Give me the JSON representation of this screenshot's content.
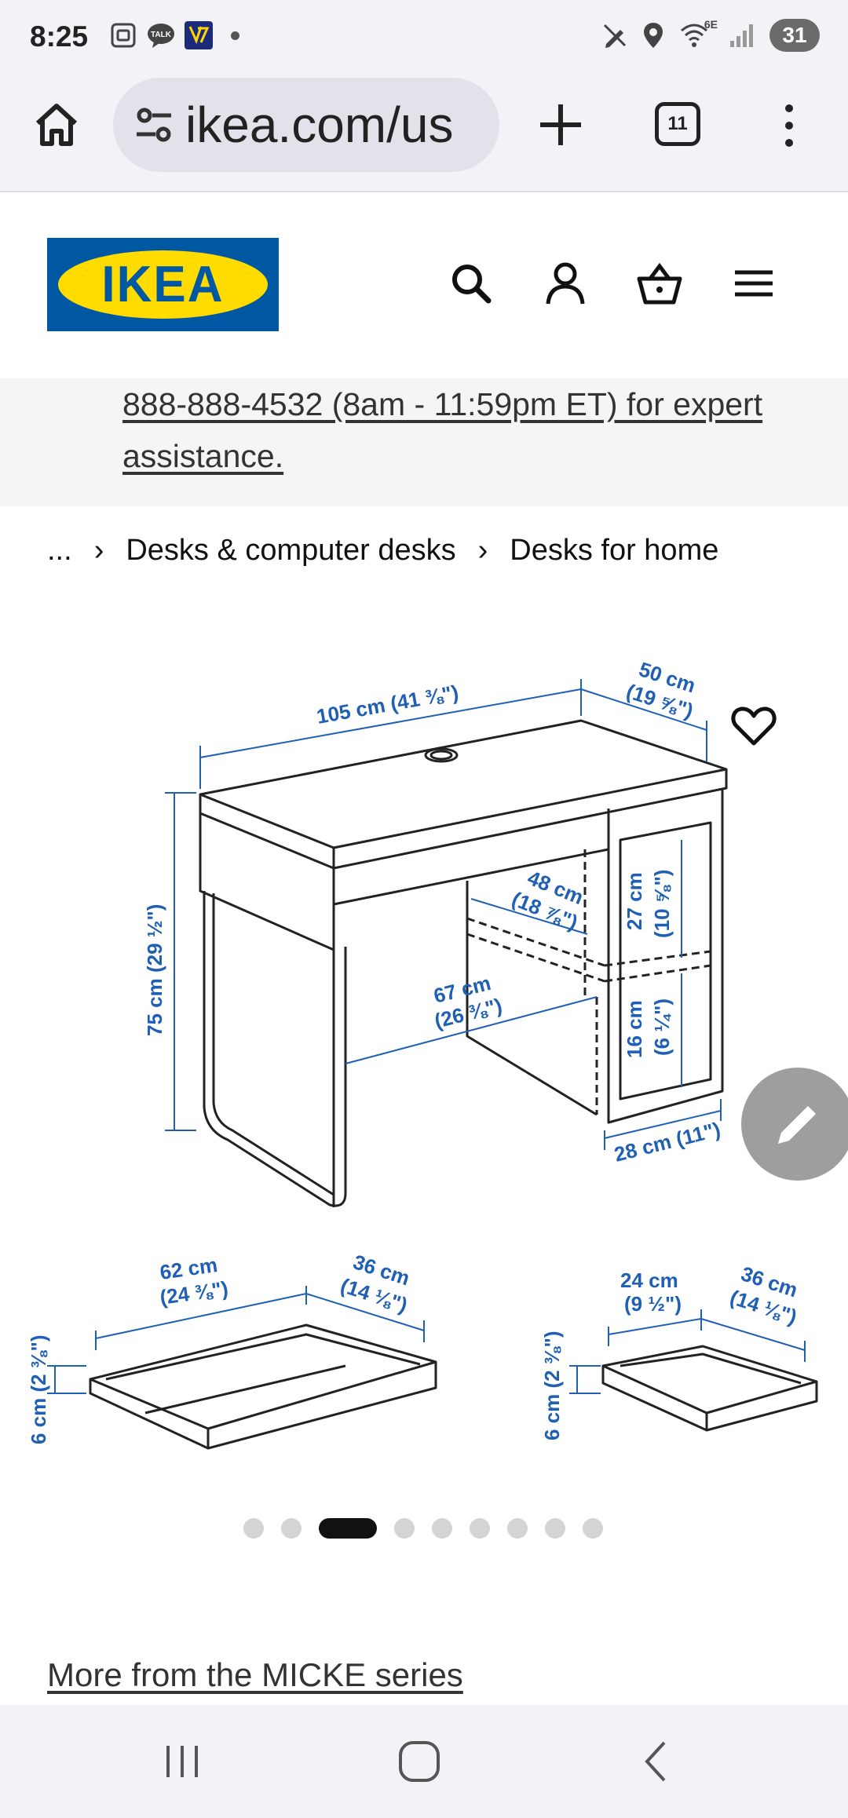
{
  "status_bar": {
    "time": "8:25",
    "notification_icons": [
      "screenshot-icon",
      "talk-icon",
      "casino-app-icon"
    ],
    "right_icons": [
      "no-sound-pen-icon",
      "location-icon",
      "wifi-6e-icon",
      "signal-icon"
    ],
    "wifi_label": "6E",
    "battery": "31"
  },
  "browser": {
    "url": "ikea.com/us",
    "tab_count": "11"
  },
  "site": {
    "logo_text": "IKEA",
    "header_icons": [
      "search-icon",
      "account-icon",
      "basket-icon",
      "menu-icon"
    ]
  },
  "banner": {
    "text": "888-888-4532 (8am - 11:59pm ET) for expert assistance."
  },
  "breadcrumb": {
    "items": [
      "...",
      "Desks & computer desks",
      "Desks for home"
    ]
  },
  "product_image": {
    "dimensions": {
      "width": "105 cm (41 ⅜\")",
      "depth": "50 cm",
      "depth_in": "(19 ⅝\")",
      "height": "75 cm (29 ½\")",
      "shelf_depth": "48 cm",
      "shelf_depth_in": "(18 ⅞\")",
      "legroom": "67 cm",
      "legroom_in": "(26 ⅜\")",
      "upper_compartment": "27 cm",
      "upper_compartment_in": "(10 ⅝\")",
      "lower_compartment": "16 cm",
      "lower_compartment_in": "(6 ¼\")",
      "cabinet_width": "28 cm (11\")",
      "big_drawer_w": "62 cm",
      "big_drawer_w_in": "(24 ⅜\")",
      "big_drawer_d": "36 cm",
      "big_drawer_d_in": "(14 ⅛\")",
      "big_drawer_h": "6 cm (2 ⅜\")",
      "small_drawer_w": "24 cm",
      "small_drawer_w_in": "(9 ½\")",
      "small_drawer_d": "36 cm",
      "small_drawer_d_in": "(14 ⅛\")",
      "small_drawer_h": "6 cm (2 ⅜\")"
    },
    "carousel": {
      "total": 9,
      "active_index": 2
    }
  },
  "series_link": "More from the MICKE series",
  "colors": {
    "ikea_blue": "#0058a3",
    "ikea_yellow": "#ffdb00",
    "dimension_blue": "#1f5fb4"
  }
}
